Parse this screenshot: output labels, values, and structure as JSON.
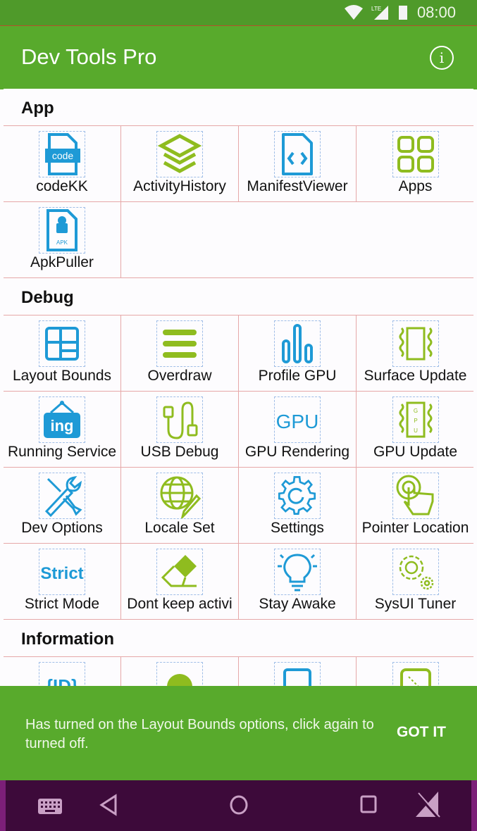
{
  "status_bar": {
    "time": "08:00",
    "icons": [
      "wifi-icon",
      "lte-signal-icon",
      "battery-icon"
    ],
    "network": "LTE"
  },
  "app_bar": {
    "title": "Dev Tools Pro",
    "info_icon": "info-icon",
    "color": "#58aa2c"
  },
  "sections": [
    {
      "title": "App",
      "items": [
        {
          "label": "codeKK",
          "icon": "code-file-icon",
          "color": "#1e9ad6"
        },
        {
          "label": "ActivityHistory",
          "icon": "layers-icon",
          "color": "#8fbc1f"
        },
        {
          "label": "ManifestViewer",
          "icon": "code-document-icon",
          "color": "#1e9ad6"
        },
        {
          "label": "Apps",
          "icon": "apps-grid-icon",
          "color": "#8fbc1f"
        },
        {
          "label": "ApkPuller",
          "icon": "apk-file-icon",
          "color": "#1e9ad6"
        }
      ]
    },
    {
      "title": "Debug",
      "items": [
        {
          "label": "Layout Bounds",
          "icon": "layout-icon",
          "color": "#1e9ad6"
        },
        {
          "label": "Overdraw",
          "icon": "menu-bars-icon",
          "color": "#8fbc1f"
        },
        {
          "label": "Profile GPU",
          "icon": "bar-chart-icon",
          "color": "#1e9ad6"
        },
        {
          "label": "Surface Update",
          "icon": "surface-icon",
          "color": "#8fbc1f"
        },
        {
          "label": "Running Service",
          "icon": "running-sign-icon",
          "color": "#1e9ad6"
        },
        {
          "label": "USB Debug",
          "icon": "usb-cable-icon",
          "color": "#8fbc1f"
        },
        {
          "label": "GPU Rendering",
          "icon": "gpu-text-icon",
          "color": "#1e9ad6"
        },
        {
          "label": "GPU Update",
          "icon": "gpu-chip-icon",
          "color": "#8fbc1f"
        },
        {
          "label": "Dev Options",
          "icon": "tools-icon",
          "color": "#1e9ad6"
        },
        {
          "label": "Locale Set",
          "icon": "globe-pencil-icon",
          "color": "#8fbc1f"
        },
        {
          "label": "Settings",
          "icon": "gear-icon",
          "color": "#1e9ad6"
        },
        {
          "label": "Pointer Location",
          "icon": "touch-pointer-icon",
          "color": "#8fbc1f"
        },
        {
          "label": "Strict Mode",
          "icon": "strict-text-icon",
          "color": "#1e9ad6"
        },
        {
          "label": "Dont keep activi",
          "icon": "eraser-icon",
          "color": "#8fbc1f"
        },
        {
          "label": "Stay Awake",
          "icon": "lightbulb-icon",
          "color": "#1e9ad6"
        },
        {
          "label": "SysUI Tuner",
          "icon": "gears-icon",
          "color": "#8fbc1f"
        }
      ]
    },
    {
      "title": "Information",
      "items": [
        {
          "label": "",
          "icon": "id-icon",
          "color": "#1e9ad6"
        },
        {
          "label": "",
          "icon": "android-icon",
          "color": "#8fbc1f"
        },
        {
          "label": "",
          "icon": "screen-icon",
          "color": "#1e9ad6"
        },
        {
          "label": "",
          "icon": "resize-icon",
          "color": "#8fbc1f"
        }
      ]
    }
  ],
  "snackbar": {
    "message": "Has turned on the Layout Bounds options, click again to turned off.",
    "action": "GOT IT"
  },
  "nav_bar": {
    "buttons": [
      "keyboard-icon",
      "back-icon",
      "home-icon",
      "recents-icon",
      "rotate-icon"
    ]
  },
  "colors": {
    "primary": "#58aa2c",
    "status": "#4f9a2a",
    "blue_icon": "#1e9ad6",
    "green_icon": "#8fbc1f",
    "nav": "#3d0a3a"
  }
}
